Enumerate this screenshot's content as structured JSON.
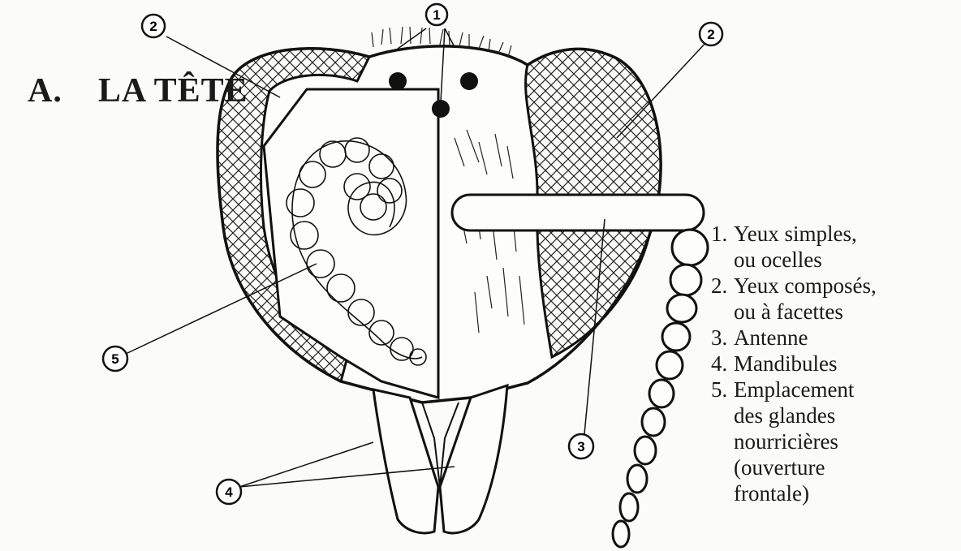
{
  "heading": {
    "letter": "A.",
    "title": "LA TÊTE"
  },
  "callouts": [
    "1",
    "2",
    "2",
    "3",
    "4",
    "5"
  ],
  "legend": [
    {
      "num": "1.",
      "lines": [
        "Yeux simples,",
        "ou ocelles"
      ]
    },
    {
      "num": "2.",
      "lines": [
        "Yeux composés,",
        "ou à facettes"
      ]
    },
    {
      "num": "3.",
      "lines": [
        "Antenne"
      ]
    },
    {
      "num": "4.",
      "lines": [
        "Mandibules"
      ]
    },
    {
      "num": "5.",
      "lines": [
        "Emplacement",
        "des glandes",
        "nourricières",
        "(ouverture",
        "frontale)"
      ]
    }
  ]
}
